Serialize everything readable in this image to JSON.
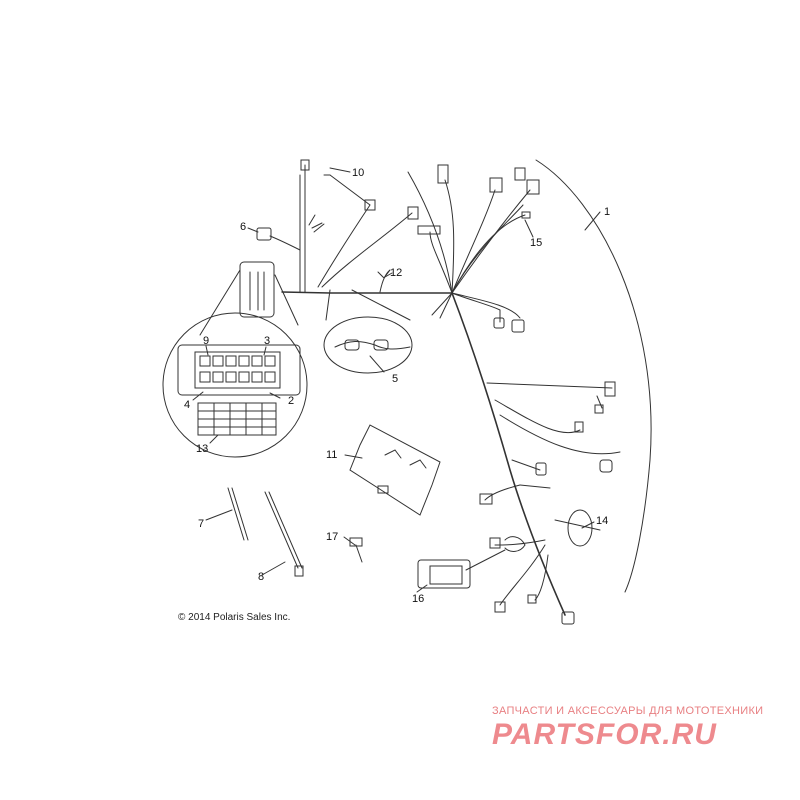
{
  "callouts": [
    {
      "id": "1",
      "label": "1"
    },
    {
      "id": "2",
      "label": "2"
    },
    {
      "id": "3",
      "label": "3"
    },
    {
      "id": "4",
      "label": "4"
    },
    {
      "id": "5",
      "label": "5"
    },
    {
      "id": "6",
      "label": "6"
    },
    {
      "id": "7",
      "label": "7"
    },
    {
      "id": "8",
      "label": "8"
    },
    {
      "id": "9",
      "label": "9"
    },
    {
      "id": "10",
      "label": "10"
    },
    {
      "id": "11",
      "label": "11"
    },
    {
      "id": "12",
      "label": "12"
    },
    {
      "id": "13",
      "label": "13"
    },
    {
      "id": "14",
      "label": "14"
    },
    {
      "id": "15",
      "label": "15"
    },
    {
      "id": "16",
      "label": "16"
    },
    {
      "id": "17",
      "label": "17"
    }
  ],
  "footer": {
    "copyright": "© 2014 Polaris Sales Inc."
  },
  "watermark": {
    "tagline": "ЗАПЧАСТИ И АКСЕССУАРЫ ДЛЯ МОТОТЕХНИКИ",
    "logo": "PARTSFOR.RU"
  },
  "colors": {
    "line": "#333333",
    "watermark": "#ee8a8e"
  }
}
